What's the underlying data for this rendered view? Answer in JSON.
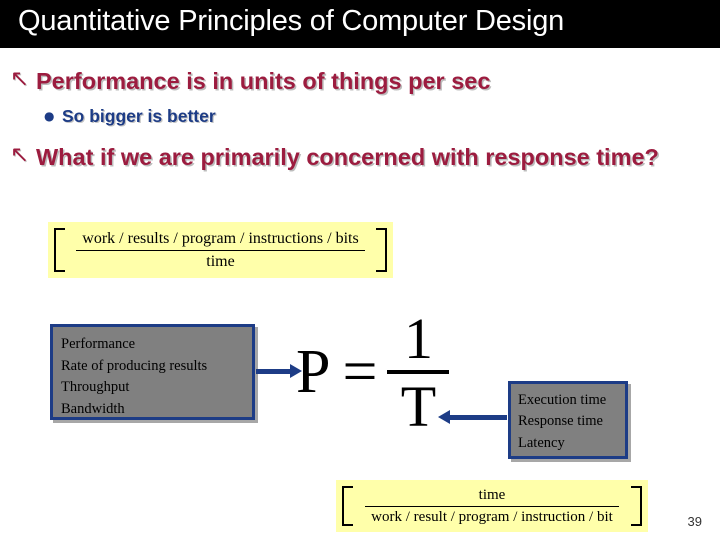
{
  "slide": {
    "title": "Quantitative Principles of Computer Design",
    "page_number": "39",
    "colors": {
      "title_bar_bg": "#000000",
      "title_text": "#ffffff",
      "level1_text": "#9c1c3f",
      "level2_text": "#1d3c86",
      "yellow_box_bg": "#ffffaa",
      "gray_box_bg": "#808080",
      "gray_box_border": "#1d3c86",
      "arrow": "#1d3c86"
    }
  },
  "bullets": [
    {
      "marker": "arrow-northwest-bullet",
      "marker_glyph": "↖",
      "text": "Performance is in units of things per sec",
      "level": 1
    },
    {
      "marker": "disc-bullet",
      "marker_glyph": "●",
      "text": "So bigger is better",
      "level": 2
    },
    {
      "marker": "arrow-northwest-bullet",
      "marker_glyph": "↖",
      "text": "What if we are primarily concerned with response time?",
      "level": 1
    }
  ],
  "diagram": {
    "yellow_box_top": {
      "numerator": "work / results / program / instructions / bits",
      "denominator": "time"
    },
    "yellow_box_bottom": {
      "numerator": "time",
      "denominator": "work / result / program / instruction / bit"
    },
    "gray_box_left": {
      "lines": [
        "Performance",
        "Rate of producing results",
        "Throughput",
        "Bandwidth"
      ]
    },
    "gray_box_right": {
      "lines": [
        "Execution time",
        "Response time",
        "Latency"
      ]
    },
    "equation": {
      "lhs": "P",
      "operator": "=",
      "numerator": "1",
      "denominator": "T"
    }
  }
}
